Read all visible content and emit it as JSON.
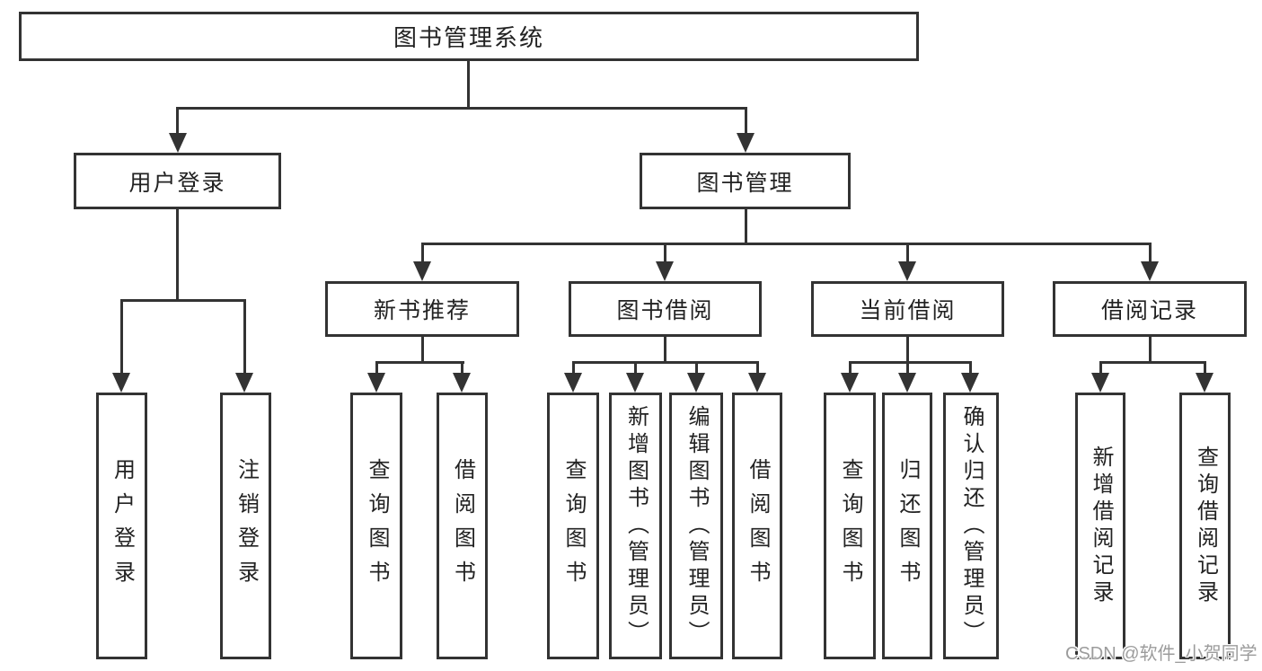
{
  "diagram": {
    "root": "图书管理系统",
    "level2": {
      "user_login": "用户登录",
      "book_management": "图书管理"
    },
    "level3": {
      "new_book_recommend": "新书推荐",
      "book_borrow": "图书借阅",
      "current_borrow": "当前借阅",
      "borrow_records": "借阅记录"
    },
    "leaves": {
      "login": "用户登录",
      "logout": "注销登录",
      "recommend_query_book": "查询图书",
      "recommend_borrow_book": "借阅图书",
      "borrow_query_book": "查询图书",
      "borrow_add_book_admin": "新增图书（管理员）",
      "borrow_edit_book_admin": "编辑图书（管理员）",
      "borrow_borrow_book": "借阅图书",
      "current_query_book": "查询图书",
      "current_return_book": "归还图书",
      "current_confirm_return_admin": "确认归还（管理员）",
      "records_add": "新增借阅记录",
      "records_query": "查询借阅记录"
    }
  },
  "watermark": "CSDN @软件_小贺同学",
  "colors": {
    "line": "#333333",
    "box_border": "#333333",
    "text": "#222222",
    "watermark": "#9c9c9c",
    "background": "#ffffff"
  }
}
